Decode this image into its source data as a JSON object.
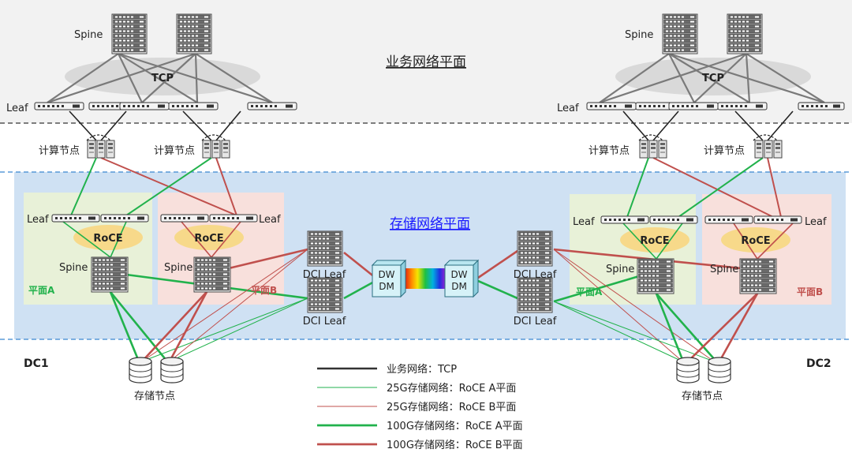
{
  "planes": {
    "business": "业务网络平面",
    "storage": "存储网络平面"
  },
  "labels": {
    "spine": "Spine",
    "leaf": "Leaf",
    "tcp": "TCP",
    "roce": "RoCE",
    "compute_node": "计算节点",
    "storage_node": "存储节点",
    "dci_leaf": "DCI Leaf",
    "dwdm_line1": "DW",
    "dwdm_line2": "DM",
    "plane_a": "平面A",
    "plane_b": "平面B",
    "dc1": "DC1",
    "dc2": "DC2"
  },
  "legend": [
    {
      "text": "业务网络：TCP",
      "color": "#333333"
    },
    {
      "text": "25G存储网络：RoCE A平面",
      "color": "#22b24c"
    },
    {
      "text": "25G存储网络：RoCE B平面",
      "color": "#c0504d"
    },
    {
      "text": "100G存储网络：RoCE A平面",
      "color": "#22b24c"
    },
    {
      "text": "100G存储网络：RoCE B平面",
      "color": "#c0504d"
    }
  ],
  "colors": {
    "tcp": "#777777",
    "plane_a": "#22b24c",
    "plane_b": "#c0504d",
    "storage_bg": "#cfe1f3",
    "business_bg": "#f2f2f2",
    "plane_a_bg": "#e8f1d8",
    "plane_b_bg": "#f8e0dc",
    "roce_ellipse": "#f7d98a",
    "storage_title": "#1a1aff"
  }
}
